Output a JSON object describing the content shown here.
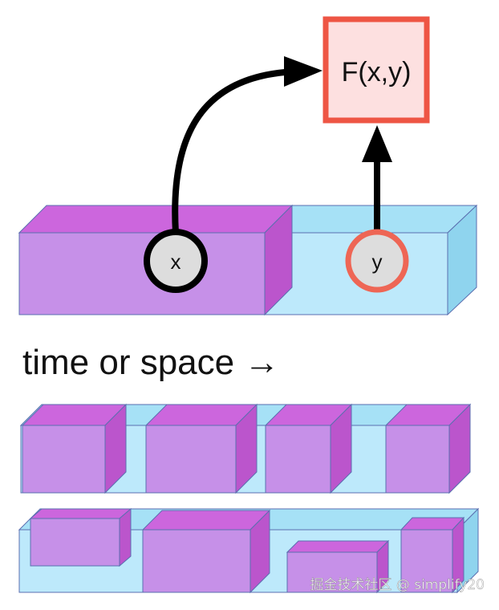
{
  "diagram": {
    "function_label": "F(x,y)",
    "node_x_label": "x",
    "node_y_label": "y",
    "axis_caption": "time or space →",
    "watermark": "掘金技术社区 @ simplify20"
  },
  "colors": {
    "purple_front": "#c690e8",
    "purple_top": "#cc66dd",
    "purple_side": "#bb55cc",
    "cyan_front": "#bde9fb",
    "cyan_top": "#a6e1f6",
    "cyan_side": "#8fd4ee",
    "edge": "#5b6fb0",
    "box_fill": "#fde0e0",
    "box_stroke": "#ee5544",
    "node_fill": "#dddddd",
    "node_x_stroke": "#000000",
    "node_y_stroke": "#ee6655",
    "arrow": "#000000"
  }
}
